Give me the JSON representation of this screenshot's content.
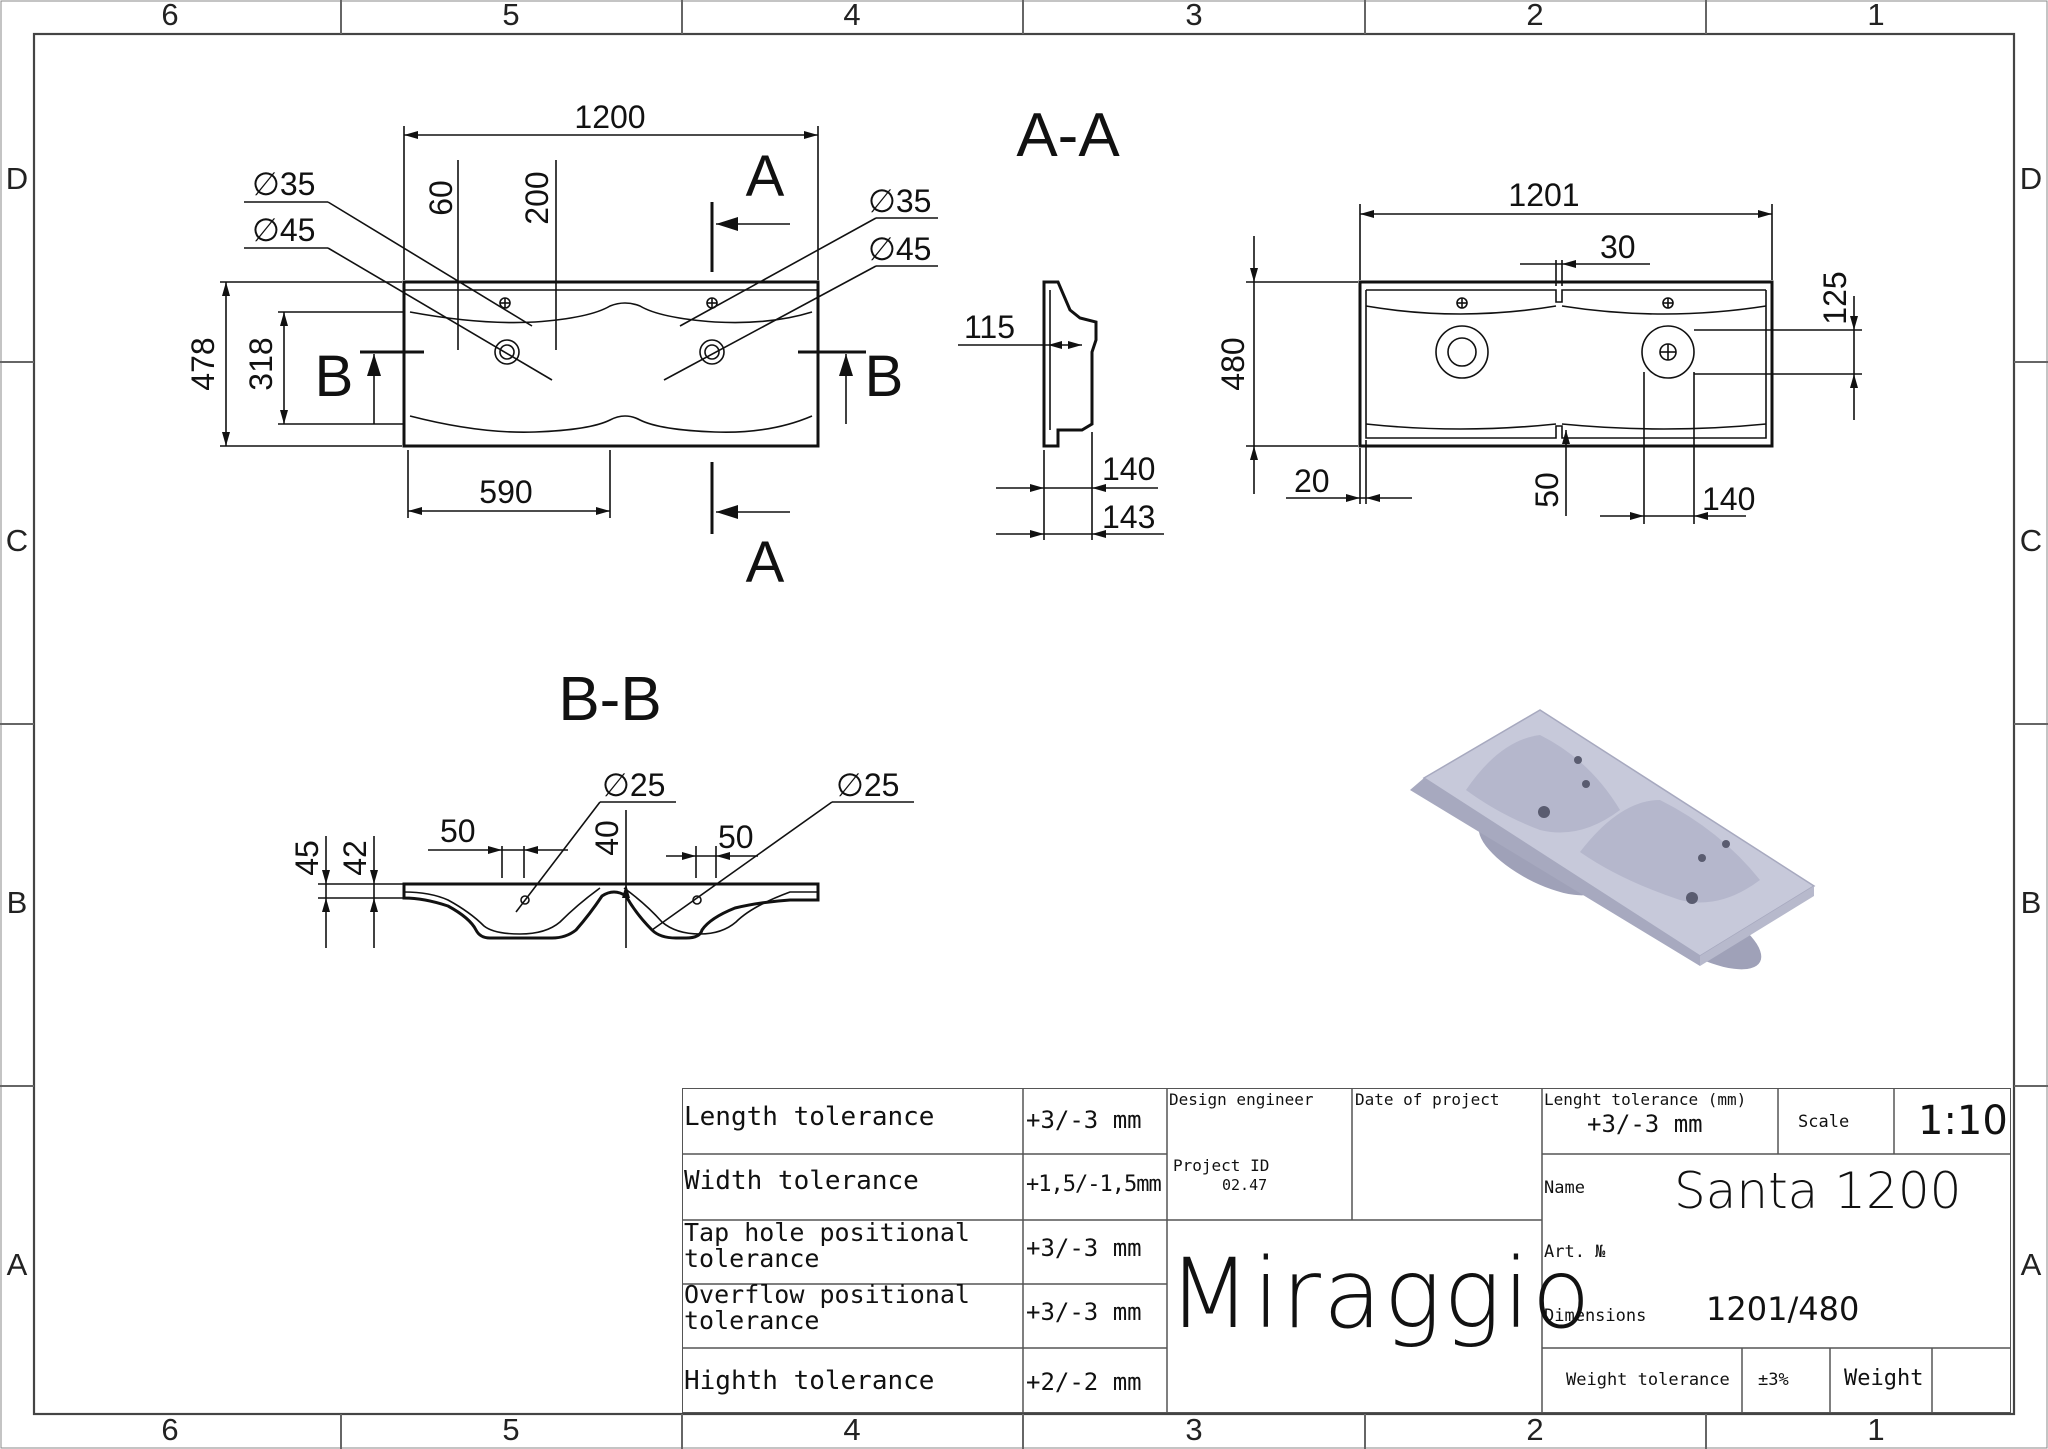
{
  "grid": {
    "columns": [
      "6",
      "5",
      "4",
      "3",
      "2",
      "1"
    ],
    "rows": [
      "D",
      "C",
      "B",
      "A"
    ]
  },
  "views": {
    "top": {
      "dims": {
        "width": "1200",
        "height_total": "478",
        "basin_height": "318",
        "half_width": "590",
        "tap_offset": "60",
        "tap_depth": "200"
      },
      "holes": {
        "tap_left": "35",
        "overflow_left": "45",
        "tap_right": "35",
        "overflow_right": "45"
      },
      "section_marks": {
        "a_top": "A",
        "a_bottom": "A",
        "b_left": "B",
        "b_right": "B"
      }
    },
    "section_aa": {
      "title": "A-A",
      "dims": {
        "lip": "115",
        "depth": "140",
        "total_depth": "143"
      }
    },
    "side": {
      "dims": {
        "width": "1201",
        "gap": "30",
        "height": "480",
        "offset_left": "20",
        "divider": "50",
        "drain_offset": "140",
        "tap_offset": "125"
      }
    },
    "section_bb": {
      "title": "B-B",
      "dims": {
        "h1": "45",
        "h2": "42",
        "bowl_left": "50",
        "depth": "40",
        "bowl_right": "50"
      },
      "holes": {
        "left": "25",
        "right": "25"
      }
    }
  },
  "title_block": {
    "tolerances": [
      {
        "label": "Length tolerance",
        "value": "+3/-3 mm"
      },
      {
        "label": "Width tolerance",
        "value": "+1,5/-1,5mm"
      },
      {
        "label": "Tap hole positional\ntolerance",
        "value": "+3/-3 mm"
      },
      {
        "label": "Overflow positional\ntolerance",
        "value": "+3/-3 mm"
      },
      {
        "label": "Highth tolerance",
        "value": "+2/-2 mm"
      }
    ],
    "design_engineer_label": "Design engineer",
    "date_label": "Date of project",
    "project_id_label": "Project ID",
    "project_id": "02.47",
    "company": "Miraggio",
    "length_tol_label": "Lenght tolerance (mm)",
    "length_tol_value": "+3/-3 mm",
    "scale_label": "Scale",
    "scale_value": "1:10",
    "name_label": "Name",
    "name_value": "Santa 1200",
    "art_label": "Art. №",
    "art_value": "",
    "dimensions_label": "Dimensions",
    "dimensions_value": "1201/480",
    "weight_tol_label": "Weight tolerance",
    "weight_tol_value": "±3%",
    "weight_label": "Weight",
    "weight_value": ""
  },
  "colors": {
    "render_fill": "#c7c9da",
    "render_shadow": "#a7a9bf",
    "line": "#111111"
  }
}
